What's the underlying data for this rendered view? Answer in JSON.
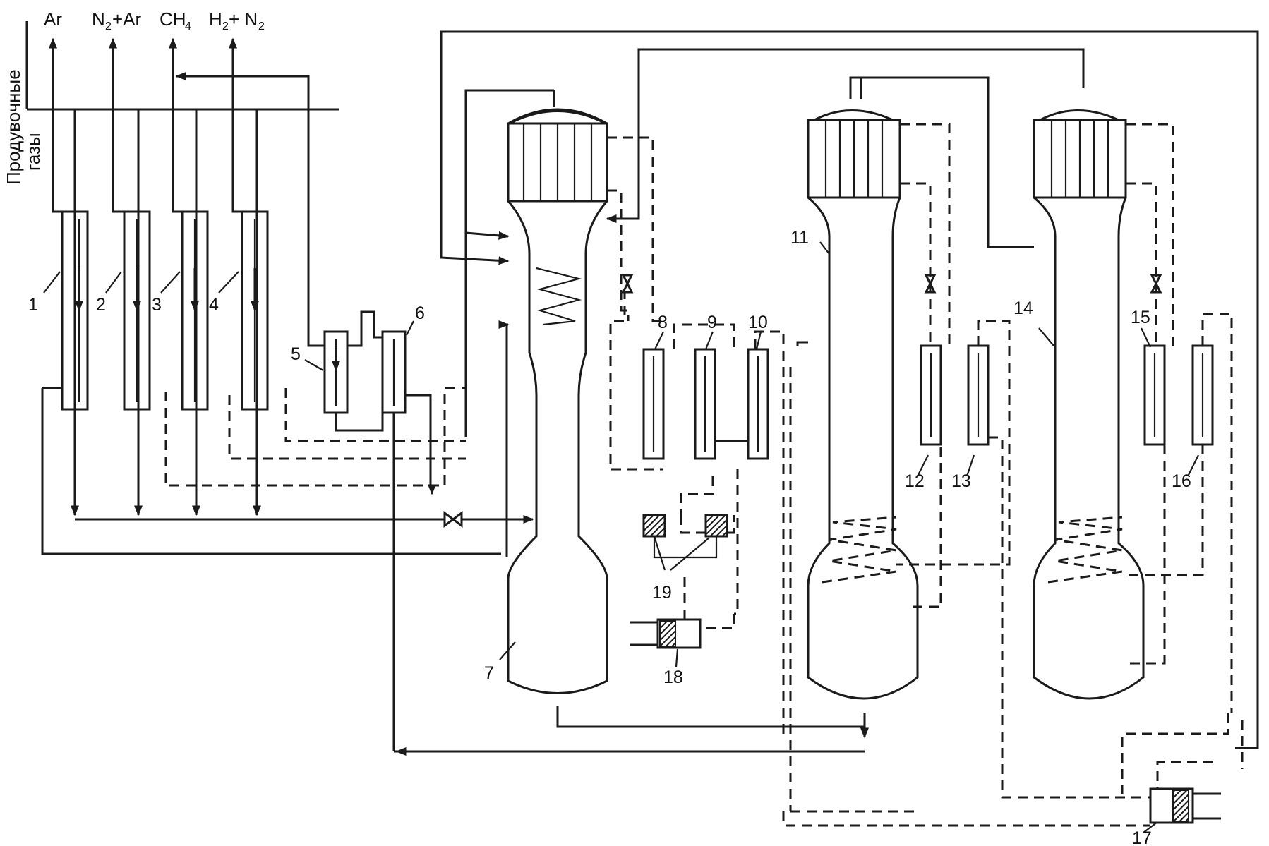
{
  "gases": {
    "ar": "Ar",
    "n2ar_main": "N",
    "n2ar_sub": "2",
    "n2ar_tail": "+Ar",
    "ch4_main": "CH",
    "ch4_sub": "4",
    "h2n2_a": "H",
    "h2n2_sub1": "2",
    "h2n2_b": "+ N",
    "h2n2_sub2": "2"
  },
  "purge_line1": "Продувочные",
  "purge_line2": "газы",
  "labels": [
    "1",
    "2",
    "3",
    "4",
    "5",
    "6",
    "7",
    "8",
    "9",
    "10",
    "11",
    "12",
    "13",
    "14",
    "15",
    "16",
    "17",
    "18",
    "19"
  ],
  "colors": {
    "ink": "#1a1a1a",
    "hatch": "#1a1a1a",
    "background": "#ffffff"
  }
}
